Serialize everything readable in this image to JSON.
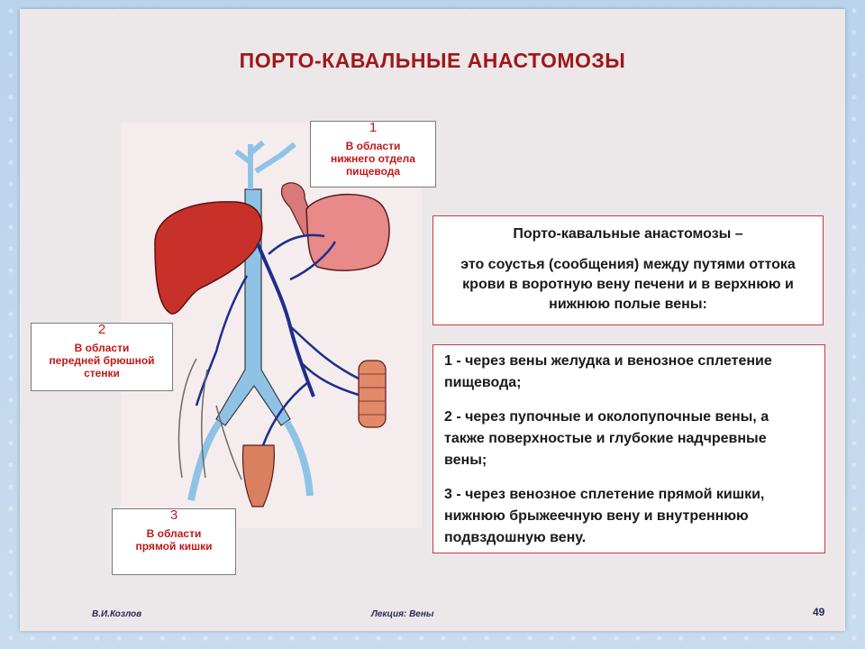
{
  "title": "ПОРТО-КАВАЛЬНЫЕ  АНАСТОМОЗЫ",
  "callouts": [
    {
      "num": "1",
      "text": "В области\nнижнего отдела\nпищевода"
    },
    {
      "num": "2",
      "text": "В области\nпередней брюшной\nстенки"
    },
    {
      "num": "3",
      "text": "В области\nпрямой кишки"
    }
  ],
  "definition": {
    "heading": "Порто-кавальные  анастомозы –",
    "body": "это соустья (сообщения) между путями оттока крови в воротную вену печени и в верхнюю и нижнюю полые вены:"
  },
  "routes": [
    {
      "text": "1 - через вены желудка и венозное сплетение пищевода;"
    },
    {
      "text": "2 - через пупочные и околопупочные вены, а также поверхностые и глубокие надчревные вены;"
    },
    {
      "text": "3 - через венозное сплетение прямой кишки, нижнюю  брыжеечную вену и внутреннюю подвздошную вену."
    }
  ],
  "footer": {
    "author": "В.И.Козлов",
    "lecture": "Лекция:  Вены",
    "page": "49"
  },
  "colors": {
    "title": "#a01818",
    "callout_text": "#c01818",
    "box_border": "#c63a3a",
    "liver": "#c8302a",
    "stomach": "#e88a8a",
    "vena_cava": "#8fc3e6",
    "portal_vein": "#1c2f8c"
  }
}
